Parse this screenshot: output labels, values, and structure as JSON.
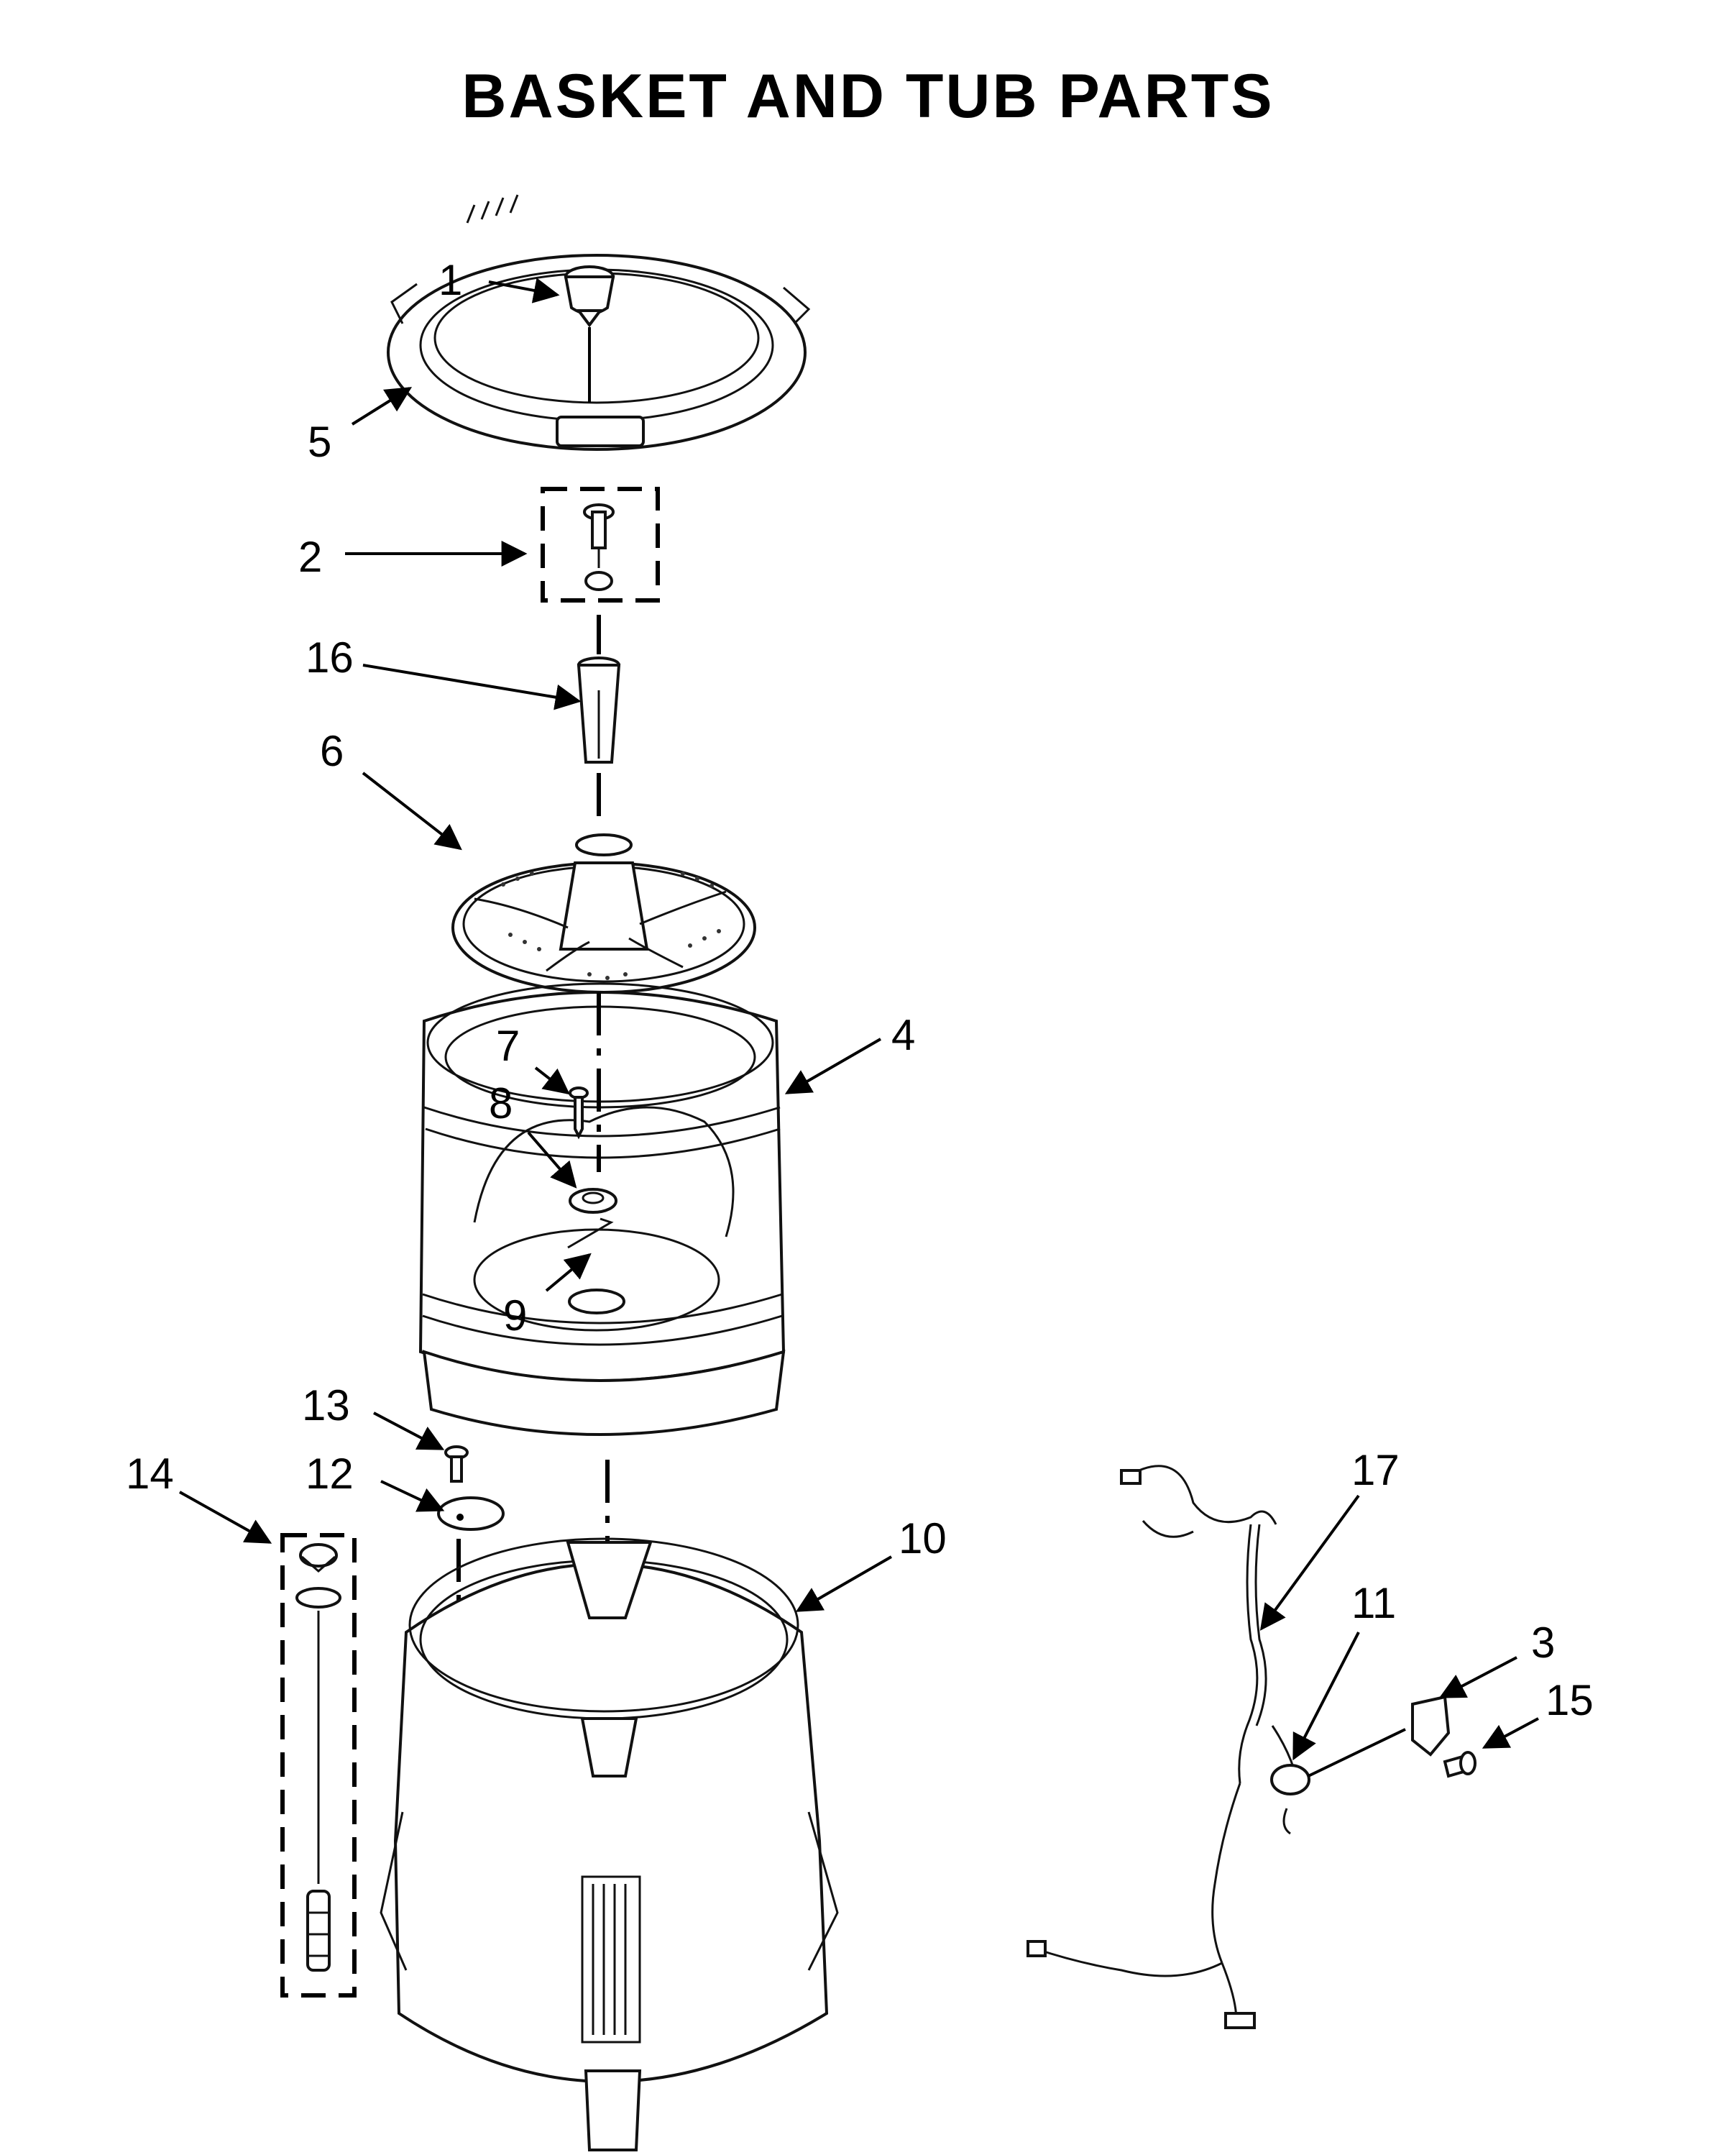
{
  "title": "BASKET AND TUB PARTS",
  "callouts": [
    {
      "id": "1",
      "label": "1"
    },
    {
      "id": "2",
      "label": "2"
    },
    {
      "id": "3",
      "label": "3"
    },
    {
      "id": "4",
      "label": "4"
    },
    {
      "id": "5",
      "label": "5"
    },
    {
      "id": "6",
      "label": "6"
    },
    {
      "id": "7",
      "label": "7"
    },
    {
      "id": "8",
      "label": "8"
    },
    {
      "id": "9",
      "label": "9"
    },
    {
      "id": "10",
      "label": "10"
    },
    {
      "id": "11",
      "label": "11"
    },
    {
      "id": "12",
      "label": "12"
    },
    {
      "id": "13",
      "label": "13"
    },
    {
      "id": "14",
      "label": "14"
    },
    {
      "id": "15",
      "label": "15"
    },
    {
      "id": "16",
      "label": "16"
    },
    {
      "id": "17",
      "label": "17"
    }
  ],
  "colors": {
    "ink": "#000000",
    "paper": "#ffffff"
  }
}
